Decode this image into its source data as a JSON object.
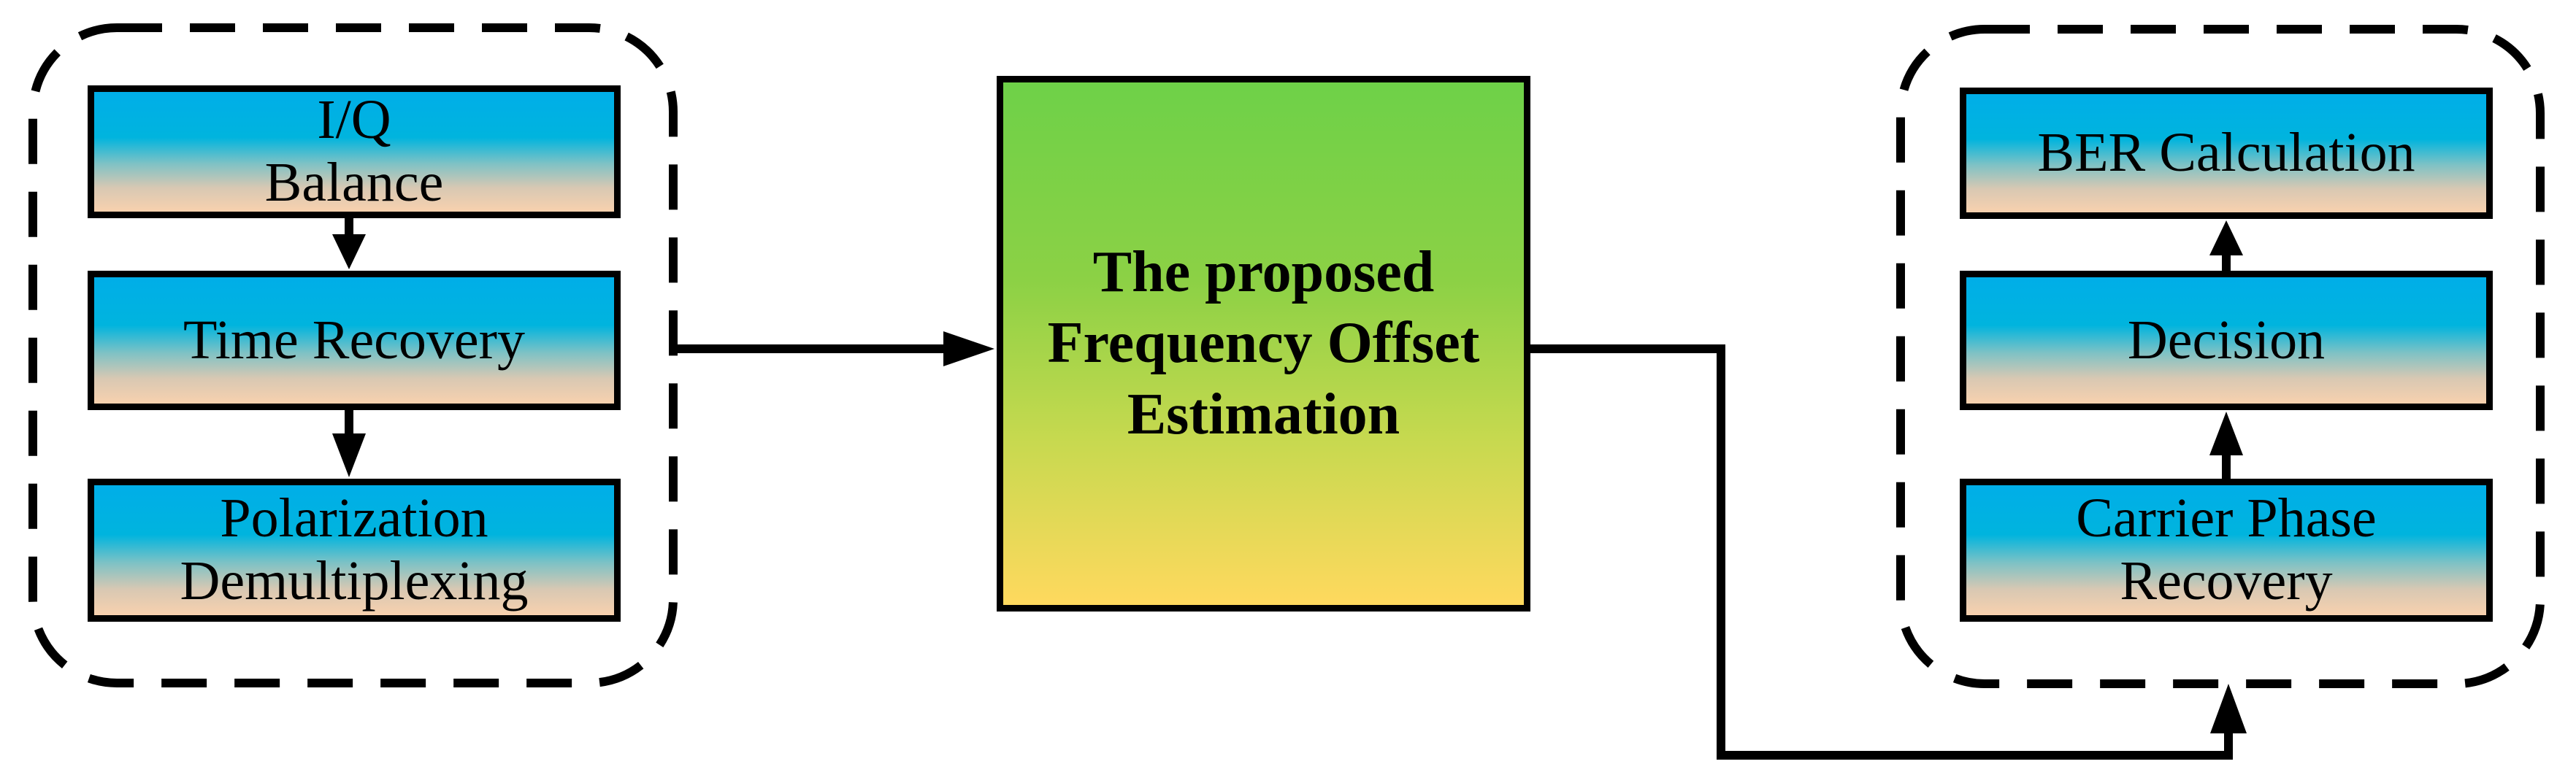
{
  "diagram": {
    "left_group": {
      "boxes": [
        {
          "label": "I/Q\nBalance"
        },
        {
          "label": "Time Recovery"
        },
        {
          "label": "Polarization\nDemultiplexing"
        }
      ]
    },
    "center_box": {
      "label": "The proposed\nFrequency Offset\nEstimation"
    },
    "right_group": {
      "boxes": [
        {
          "label": "BER Calculation"
        },
        {
          "label": "Decision"
        },
        {
          "label": "Carrier Phase\nRecovery"
        }
      ]
    },
    "colors": {
      "box_gradient_top": "#00AEE8",
      "box_gradient_bottom": "#F8D1AE",
      "center_gradient_top": "#6ED148",
      "center_gradient_bottom": "#FFD95E",
      "stroke": "#000000"
    }
  }
}
